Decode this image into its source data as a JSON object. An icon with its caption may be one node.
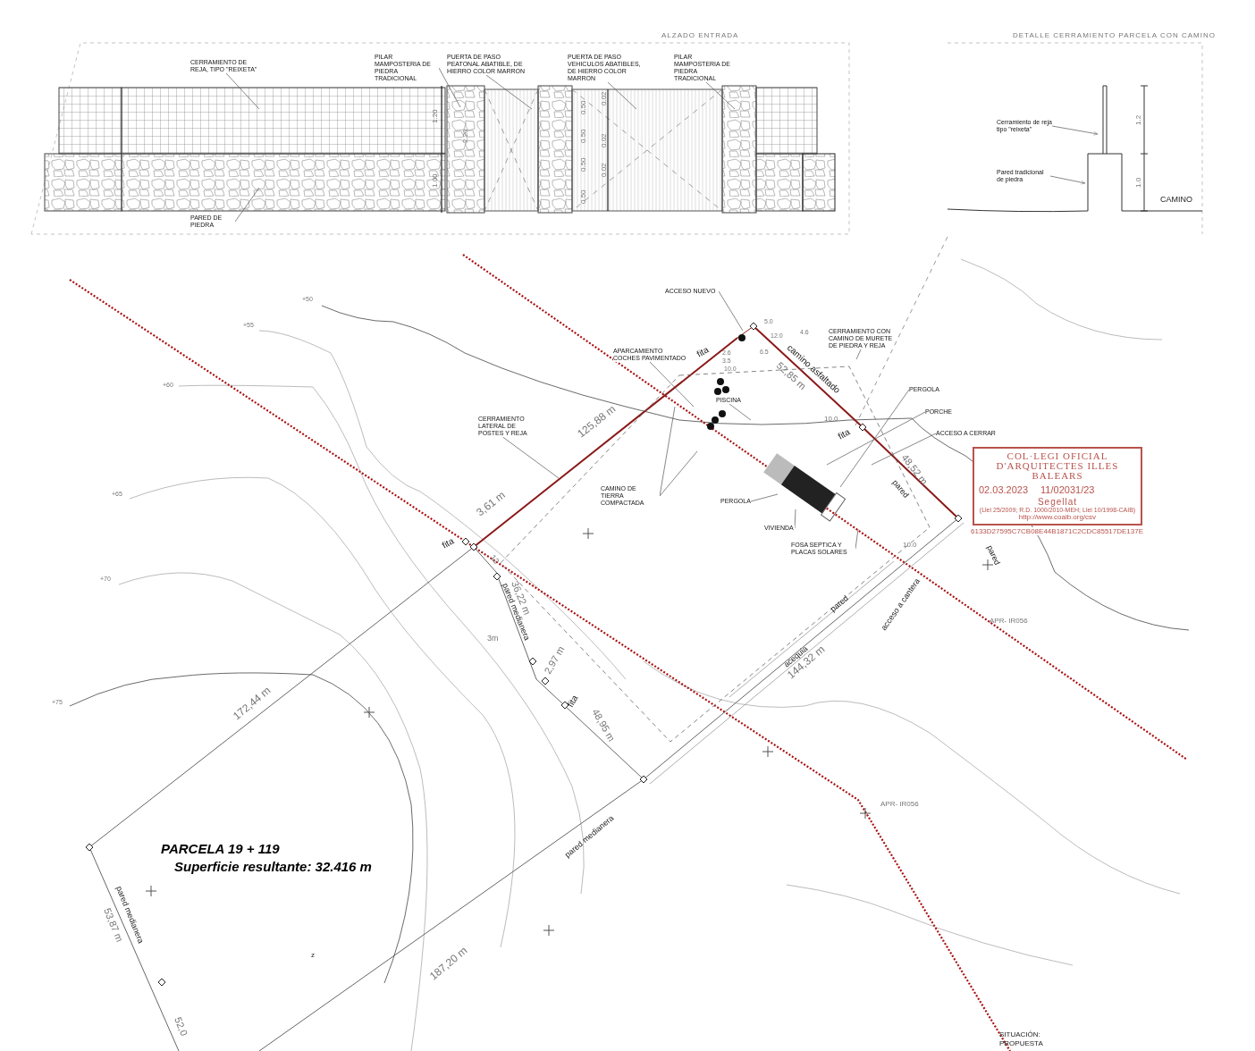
{
  "diagram": {
    "nodes": [
      {
        "text": [
          "CERRAMIENTO DE REJA, TIPO \"REIXETA\""
        ]
      },
      {
        "text": [
          "PILAR MAMPOSTERIA DE PIEDRA TRADICIONAL"
        ]
      },
      {
        "text": [
          "PUERTA DE PASO PEATONAL ABATIBLE, DE HIERRO COLOR MARRON"
        ]
      },
      {
        "text": [
          "PUERTA DE PASO VEHICULOS ABATIBLES, DE HIERRO COLOR MARRON"
        ]
      },
      {
        "text": [
          "PILAR MAMPOSTERIA DE PIEDRA TRADICIONAL"
        ]
      },
      {
        "text": [
          "PARED DE PIEDRA"
        ]
      },
      {
        "text": [
          "Cerramiento de reja tipo \"reixeta\""
        ]
      },
      {
        "text": [
          "Pared tradicional de piedra"
        ]
      },
      {
        "text": [
          "ACCESO NUEVO"
        ]
      },
      {
        "text": [
          "APARCAMIENTO COCHES PAVIMENTADO"
        ]
      },
      {
        "text": [
          "CERRAMIENTO CON CAMINO DE MURETE DE PIEDRA Y REJA"
        ]
      },
      {
        "text": [
          "PERGOLA"
        ]
      },
      {
        "text": [
          "PORCHE"
        ]
      },
      {
        "text": [
          "ACCESO A CERRAR"
        ]
      },
      {
        "text": [
          "CERRAMIENTO LATERAL DE POSTES Y REJA"
        ]
      },
      {
        "text": [
          "PISCINA"
        ]
      },
      {
        "text": [
          "CAMINO DE TIERRA COMPACTADA"
        ]
      },
      {
        "text": [
          "PERGOLA"
        ]
      },
      {
        "text": [
          "VIVIENDA"
        ]
      },
      {
        "text": [
          "FOSA SEPTICA Y PLACAS SOLARES"
        ]
      },
      {
        "text": [
          "COL·LEGI OFICIAL D'ARQUITECTES ILLES BALEARS",
          "02.03.2023",
          "11/02031/23",
          "Segellat",
          "(Llei 25/2009; R.D. 1000/2010-MEH; Llei 10/1998-CAIB)",
          "http://www.coaib.org/csv"
        ],
        "beside": [
          "6133D27595C7CB08E44B1871C2CDC85517DE137E"
        ]
      }
    ],
    "edges": [
      {
        "from": 0,
        "to": null,
        "arrow": "none"
      },
      {
        "from": 1,
        "to": null,
        "arrow": "none"
      },
      {
        "from": 2,
        "to": null,
        "arrow": "none"
      },
      {
        "from": 3,
        "to": null,
        "arrow": "none"
      },
      {
        "from": 4,
        "to": null,
        "arrow": "none"
      },
      {
        "from": 5,
        "to": null,
        "arrow": "none"
      },
      {
        "from": 6,
        "to": null,
        "arrow": "to"
      },
      {
        "from": 7,
        "to": null,
        "arrow": "to"
      },
      {
        "from": 8,
        "to": null,
        "arrow": "none"
      },
      {
        "from": 9,
        "to": null,
        "arrow": "none"
      },
      {
        "from": 10,
        "to": null,
        "arrow": "none"
      },
      {
        "from": 11,
        "to": null,
        "arrow": "none"
      },
      {
        "from": 12,
        "to": null,
        "arrow": "none"
      },
      {
        "from": 13,
        "to": null,
        "arrow": "none"
      },
      {
        "from": 14,
        "to": null,
        "arrow": "none"
      },
      {
        "from": 15,
        "to": null,
        "arrow": "none"
      },
      {
        "from": 16,
        "to": null,
        "arrow": "none"
      },
      {
        "from": 16,
        "to": null,
        "arrow": "none"
      },
      {
        "from": 17,
        "to": null,
        "arrow": "none"
      },
      {
        "from": 18,
        "to": null,
        "arrow": "none"
      },
      {
        "from": 19,
        "to": null,
        "arrow": "none"
      }
    ],
    "labels": [
      "ALZADO ENTRADA",
      "DETALLE CERRAMIENTO PARCELA CON CAMINO",
      "1.20",
      "2.20",
      "1.00",
      "0.50",
      "0.02",
      "0.50",
      "0.02",
      "0.50",
      "0.02",
      "0.50",
      "1.2",
      "1.0",
      "CAMINO",
      "+50",
      "+55",
      "+60",
      "+65",
      "+70",
      "+75",
      "fita",
      "5.0",
      "12.0",
      "6.5",
      "2.6",
      "3.5",
      "4.6",
      "10.0",
      "camino asfaltado",
      "52,85 m",
      "125,88 m",
      "10.0",
      "fita",
      "48,52 m",
      "pared",
      "3,61 m",
      "fita",
      "12",
      "10.0",
      "pared",
      "acceso a cantera",
      "APR- IR056",
      "36,22 m",
      "pared medianera",
      "3m",
      "2,97 m",
      "fita",
      "48,95 m",
      "pared",
      "acequia",
      "144,32 m",
      "172,44 m",
      "APR- IR056",
      "pared medianera",
      "PARCELA 19 + 119",
      "Superficie resultante: 32.416 m",
      "z",
      "pared medianera",
      "53,87 m",
      "187,20 m",
      "52,0",
      "SITUACIÓN: PROPUESTA"
    ]
  }
}
